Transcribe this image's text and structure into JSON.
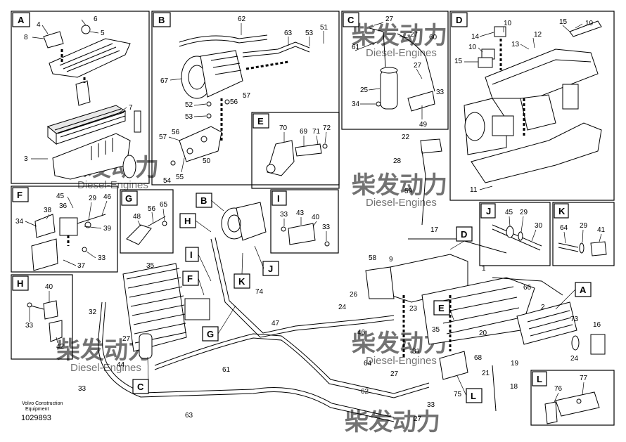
{
  "watermark": {
    "brand_cn": "柴发动力",
    "brand_en": "Diesel-Engines"
  },
  "footer": {
    "company": "Volvo Construction",
    "company_line2": "Equipment",
    "drawing_number": "1029893"
  },
  "panel_letters": {
    "A": "A",
    "B": "B",
    "C": "C",
    "D": "D",
    "E": "E",
    "F": "F",
    "G": "G",
    "H": "H",
    "I": "I",
    "J": "J",
    "K": "K",
    "L": "L"
  },
  "callouts": {
    "panel_A": [
      "6",
      "4",
      "5",
      "8",
      "7",
      "3"
    ],
    "panel_B": [
      "62",
      "63",
      "53",
      "51",
      "67",
      "52",
      "57",
      "56",
      "53",
      "57",
      "56",
      "55",
      "54",
      "50"
    ],
    "panel_C": [
      "27",
      "27",
      "60",
      "61",
      "27",
      "25",
      "33",
      "34",
      "49"
    ],
    "panel_D": [
      "10",
      "10",
      "15",
      "14",
      "12",
      "10",
      "13",
      "15",
      "11"
    ],
    "panel_E": [
      "70",
      "69",
      "71",
      "72"
    ],
    "panel_F": [
      "45",
      "29",
      "46",
      "38",
      "36",
      "34",
      "39",
      "37",
      "33"
    ],
    "panel_G": [
      "48",
      "56",
      "65"
    ],
    "panel_H": [
      "40",
      "33",
      "42"
    ],
    "panel_I": [
      "33",
      "43",
      "40",
      "33"
    ],
    "panel_J": [
      "45",
      "29",
      "30"
    ],
    "panel_K": [
      "64",
      "29",
      "41"
    ],
    "panel_L": [
      "76",
      "77"
    ],
    "main": [
      "22",
      "28",
      "59",
      "17",
      "58",
      "9",
      "1",
      "66",
      "2",
      "73",
      "16",
      "24",
      "26",
      "23",
      "20",
      "35",
      "21",
      "19",
      "18",
      "75",
      "33",
      "68",
      "31",
      "27",
      "64",
      "46",
      "62",
      "61",
      "47",
      "74",
      "35",
      "32",
      "27",
      "44",
      "33",
      "63",
      "27",
      "24"
    ]
  }
}
